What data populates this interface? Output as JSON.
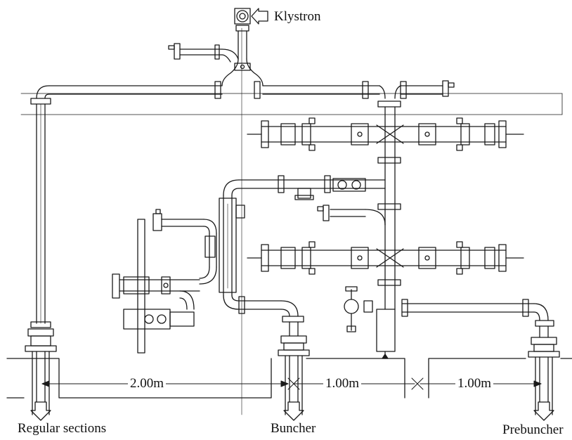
{
  "labels": {
    "klystron": "Klystron",
    "regular_sections": "Regular sections",
    "buncher": "Buncher",
    "prebuncher": "Prebuncher"
  },
  "dimensions": {
    "d1": "2.00m",
    "d2": "1.00m",
    "d3": "1.00m"
  }
}
